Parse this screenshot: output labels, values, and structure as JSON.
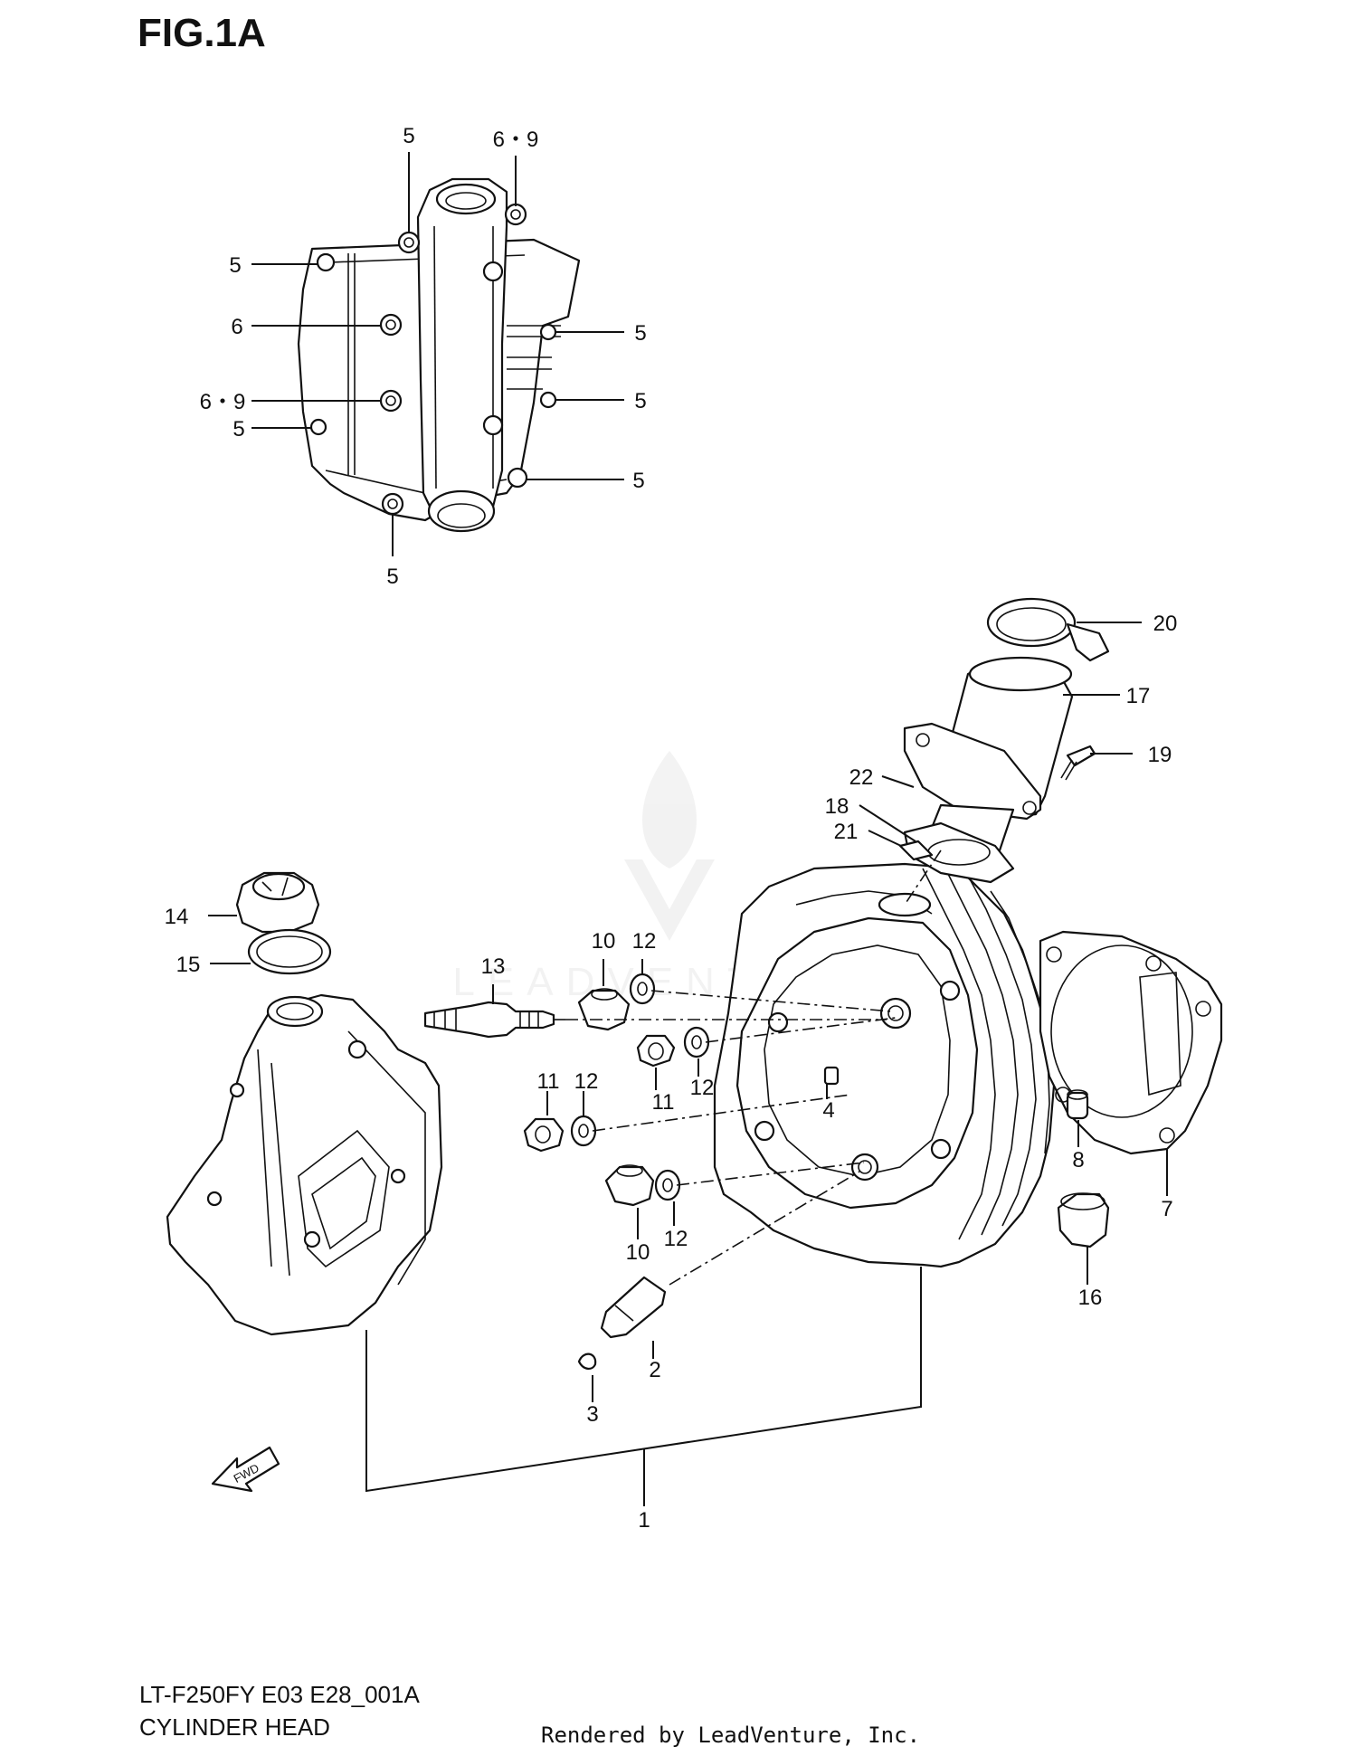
{
  "figure": {
    "title": "FIG.1A"
  },
  "footer": {
    "model_code": "LT-F250FY E03 E28_001A",
    "section_name": "CYLINDER HEAD",
    "credit": "Rendered by LeadVenture, Inc."
  },
  "watermark": {
    "text": "LEADVENTURE"
  },
  "fwd_label": "FWD",
  "callouts": {
    "c1": "1",
    "c2": "2",
    "c3": "3",
    "c4": "4",
    "c5a": "5",
    "c5b": "5",
    "c5c": "5",
    "c5d": "5",
    "c5e": "5",
    "c5f": "5",
    "c5g": "5",
    "c6": "6",
    "c69a": "6・9",
    "c69b": "6・9",
    "c7": "7",
    "c8": "8",
    "c10a": "10",
    "c10b": "10",
    "c11a": "11",
    "c11b": "11",
    "c12a": "12",
    "c12b": "12",
    "c12c": "12",
    "c12d": "12",
    "c13": "13",
    "c14": "14",
    "c15": "15",
    "c16": "16",
    "c17": "17",
    "c18": "18",
    "c19": "19",
    "c20": "20",
    "c21": "21",
    "c22": "22"
  }
}
